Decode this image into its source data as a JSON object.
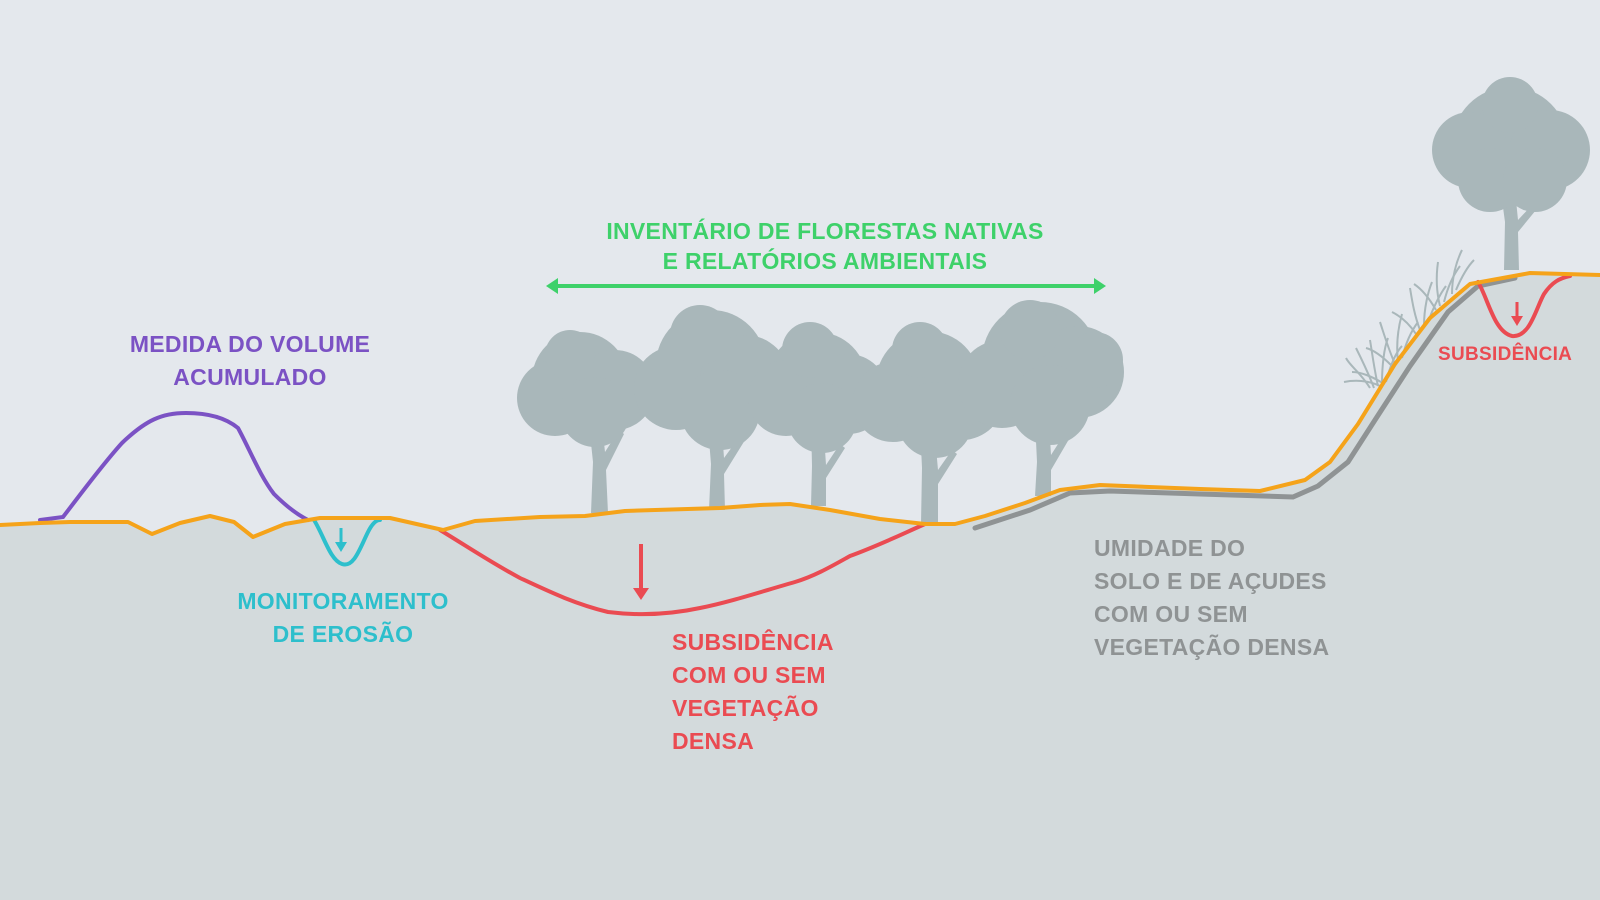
{
  "labels": {
    "volume": {
      "lines": [
        "MEDIDA DO VOLUME",
        "ACUMULADO"
      ]
    },
    "forest": {
      "lines": [
        "INVENTÁRIO DE FLORESTAS NATIVAS",
        "E RELATÓRIOS AMBIENTAIS"
      ]
    },
    "erosion": {
      "lines": [
        "MONITORAMENTO",
        "DE EROSÃO"
      ]
    },
    "subsidence_valley": {
      "lines": [
        "SUBSIDÊNCIA",
        "COM OU SEM",
        "VEGETAÇÃO",
        "DENSA"
      ]
    },
    "moisture": {
      "lines": [
        "UMIDADE DO",
        "SOLO E DE AÇUDES",
        "COM OU SEM",
        "VEGETAÇÃO DENSA"
      ]
    },
    "subsidence_hill": {
      "lines": [
        "SUBSIDÊNCIA"
      ]
    }
  },
  "colors": {
    "sky": "#e4e8ed",
    "ground": "#d3dadc",
    "surface_line": "#f5a31a",
    "volume": "#7b52c4",
    "forest": "#3ed16a",
    "erosion": "#2dbfcc",
    "subsidence": "#ea4b52",
    "moisture": "#8f9394",
    "tree": "#a9b7ba"
  },
  "icons": [
    "tree-icon",
    "grass-icon",
    "double-arrow-icon",
    "down-arrow-icon"
  ]
}
